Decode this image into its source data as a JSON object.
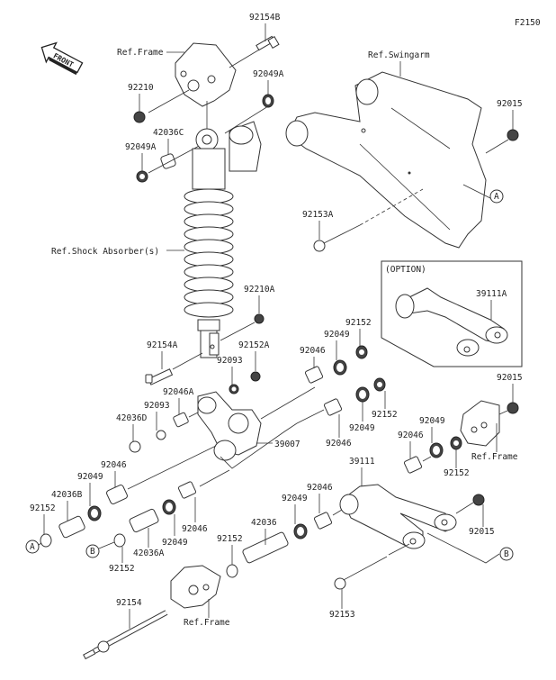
{
  "diagram": {
    "figure_id": "F2150",
    "front_arrow": "FRONT",
    "option_label": "(OPTION)",
    "refs": {
      "frame_top": "Ref.Frame",
      "swingarm": "Ref.Swingarm",
      "shock": "Ref.Shock Absorber(s)",
      "frame_right": "Ref.Frame",
      "frame_bottom": "Ref.Frame"
    },
    "callouts": {
      "A": "A",
      "B": "B"
    },
    "parts": {
      "p92154B": "92154B",
      "p92049A_r": "92049A",
      "p92210": "92210",
      "p42036C": "42036C",
      "p92049A_l": "92049A",
      "p92015_top": "92015",
      "p92153A": "92153A",
      "p92210A": "92210A",
      "p39111A": "39111A",
      "p92154A": "92154A",
      "p92152A": "92152A",
      "p92093_a": "92093",
      "p92046A": "92046A",
      "p92093_b": "92093",
      "p42036D": "42036D",
      "p92046_a": "92046",
      "p92049_a": "92049",
      "p92152_a": "92152",
      "p92152_b": "92152",
      "p92049_b": "92049",
      "p92046_b": "92046",
      "p39007": "39007",
      "p92015_mid": "92015",
      "p92049_c": "92049",
      "p92046_c": "92046",
      "p92152_c": "92152",
      "p_ref_frame_r": "Ref.Frame",
      "p39111": "39111",
      "p92046_d": "92046",
      "p92049_d": "92049",
      "p42036B": "42036B",
      "p92152_d": "92152",
      "p92046_e": "92046",
      "p92049_e": "92049",
      "p42036A": "42036A",
      "p92152_e": "92152",
      "p92046_f": "92046",
      "p92049_f": "92049",
      "p42036": "42036",
      "p92152_f": "92152",
      "p92015_bot": "92015",
      "p92154": "92154",
      "p92153": "92153"
    }
  }
}
